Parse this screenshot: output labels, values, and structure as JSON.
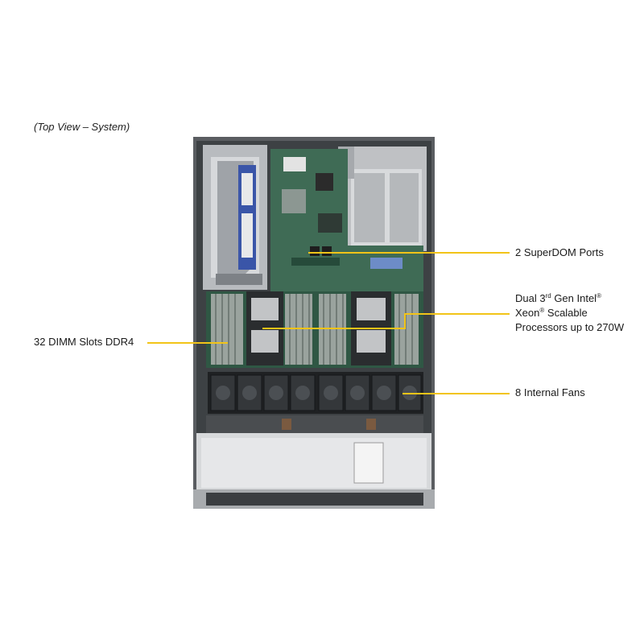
{
  "caption": "(Top View – System)",
  "callouts": {
    "superdom": "2 SuperDOM Ports",
    "cpu": {
      "line1_pre": "Dual 3",
      "line1_sup": "rd",
      "line1_post": " Gen Intel",
      "line1_reg": "®",
      "line2_pre": "Xeon",
      "line2_reg": "®",
      "line2_post": " Scalable",
      "line3": "Processors up to 270W"
    },
    "dimm": "32 DIMM Slots DDR4",
    "fans": "8 Internal Fans"
  },
  "colors": {
    "callout_line": "#f2c418",
    "pcb": "#3f6b55",
    "chassis": "#c9cbce",
    "fan": "#2a2c2f"
  }
}
